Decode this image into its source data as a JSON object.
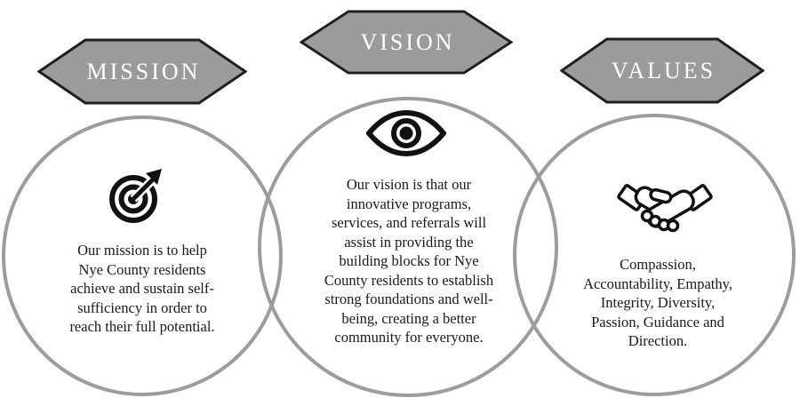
{
  "title": "Mission Vision Values diagram",
  "colors": {
    "background": "#ffffff",
    "hexagon_fill": "#9b9b9b",
    "hexagon_border": "#1f1f1f",
    "hexagon_text": "#ffffff",
    "circle_stroke": "#9c9c9c",
    "body_text": "#1a1a1a",
    "icon_color": "#111111"
  },
  "sections": {
    "mission": {
      "heading": "MISSION",
      "icon": "target-arrow-icon",
      "body": "Our mission is to help\nNye County residents\nachieve and sustain self-\nsufficiency in order to\nreach their full potential."
    },
    "vision": {
      "heading": "VISION",
      "icon": "eye-icon",
      "body": "Our vision is that our\ninnovative programs,\nservices, and referrals will\nassist in providing the\nbuilding blocks for Nye\nCounty residents to establish\nstrong foundations and well-\nbeing, creating a better\ncommunity for everyone."
    },
    "values": {
      "heading": "VALUES",
      "icon": "handshake-icon",
      "body": "Compassion,\nAccountability, Empathy,\nIntegrity, Diversity,\nPassion, Guidance and\nDirection."
    }
  }
}
